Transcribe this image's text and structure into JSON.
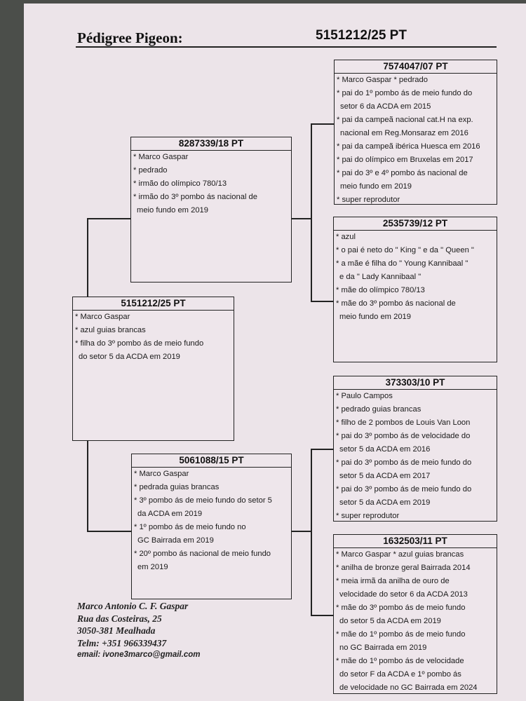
{
  "header": {
    "title": "Pédigree Pigeon:",
    "ring": "5151212/25   PT"
  },
  "boxes": {
    "main": {
      "ring": "5151212/25   PT",
      "lines": [
        "* Marco Gaspar",
        "* azul guias brancas",
        "* filha do 3º pombo ás de meio fundo",
        "do setor 5 da ACDA em 2019"
      ]
    },
    "sire": {
      "ring": "8287339/18   PT",
      "lines": [
        "* Marco Gaspar",
        "* pedrado",
        "* irmão do olímpico 780/13",
        "* irmão do 3º pombo ás nacional de",
        "meio fundo em 2019"
      ]
    },
    "dam": {
      "ring": "5061088/15   PT",
      "lines": [
        "* Marco Gaspar",
        "* pedrada guias brancas",
        "* 3º pombo ás de meio fundo do setor 5",
        "da ACDA em 2019",
        "* 1º pombo ás de meio fundo no",
        "GC Bairrada em 2019",
        "* 20º pombo ás nacional de meio fundo",
        "em 2019"
      ]
    },
    "ss": {
      "ring": "7574047/07   PT",
      "lines": [
        "* Marco Gaspar      * pedrado",
        "* pai do 1º pombo ás de meio fundo do",
        "setor 6 da ACDA em 2015",
        "* pai da campeã nacional cat.H na exp.",
        "nacional em Reg.Monsaraz em 2016",
        "* pai da campeã ibérica Huesca em 2016",
        "* pai do olímpico em Bruxelas em 2017",
        "* pai do 3º e 4º pombo ás nacional de",
        "meio fundo em 2019",
        "* super reprodutor"
      ]
    },
    "sd": {
      "ring": "2535739/12   PT",
      "lines": [
        "* azul",
        "* o pai é neto do \" King \" e da \" Queen \"",
        "* a mãe é filha do \" Young Kannibaal \"",
        "e da \" Lady Kannibaal \"",
        "* mãe do olímpico 780/13",
        "* mãe do 3º pombo ás nacional de",
        "meio fundo em 2019"
      ]
    },
    "ds": {
      "ring": "373303/10   PT",
      "lines": [
        "* Paulo Campos",
        "* pedrado guias brancas",
        "* filho de 2 pombos de Louis Van Loon",
        "* pai do 3º pombo ás de velocidade do",
        "setor 5 da ACDA em 2016",
        "* pai do 3º pombo ás de meio fundo do",
        "setor 5 da ACDA em 2017",
        "* pai do 3º pombo ás de meio fundo do",
        "setor 5 da ACDA em 2019",
        "* super reprodutor"
      ]
    },
    "dd": {
      "ring": "1632503/11   PT",
      "lines": [
        "* Marco Gaspar   * azul guias brancas",
        "* anilha de bronze geral Bairrada 2014",
        "* meia irmã da anilha de ouro de",
        "velocidade do setor 6 da ACDA 2013",
        "* mãe do 3º pombo ás de meio fundo",
        "do setor 5 da ACDA em 2019",
        "* mãe do 1º pombo ás de meio fundo",
        "no GC Bairrada em 2019",
        "* mãe do 1º pombo ás de velocidade",
        "do setor F da ACDA e 1º pombo ás",
        "de velocidade no GC Bairrada em 2024"
      ]
    }
  },
  "owner": {
    "name": "Marco Antonio C. F. Gaspar",
    "street": "Rua das Costeiras, 25",
    "city": "3050-381 Mealhada",
    "phone": "Telm: +351 966339437",
    "email": "email: ivone3marco@gmail.com"
  }
}
